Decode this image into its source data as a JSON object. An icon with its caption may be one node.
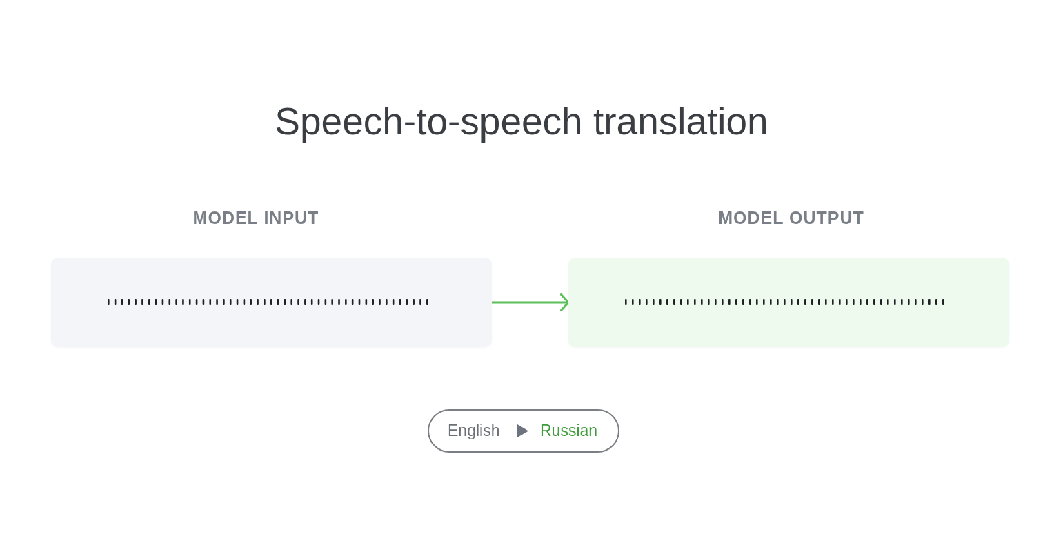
{
  "diagram": {
    "title": "Speech-to-speech translation",
    "nodes": [
      {
        "text": [
          "MODEL INPUT"
        ]
      },
      {
        "text": [
          "MODEL OUTPUT"
        ]
      },
      {
        "text": [
          "English",
          "Russian"
        ]
      }
    ],
    "edges": [
      {
        "from": 0,
        "to": 1,
        "arrow": "to",
        "color": "#5cbf5a"
      }
    ]
  }
}
